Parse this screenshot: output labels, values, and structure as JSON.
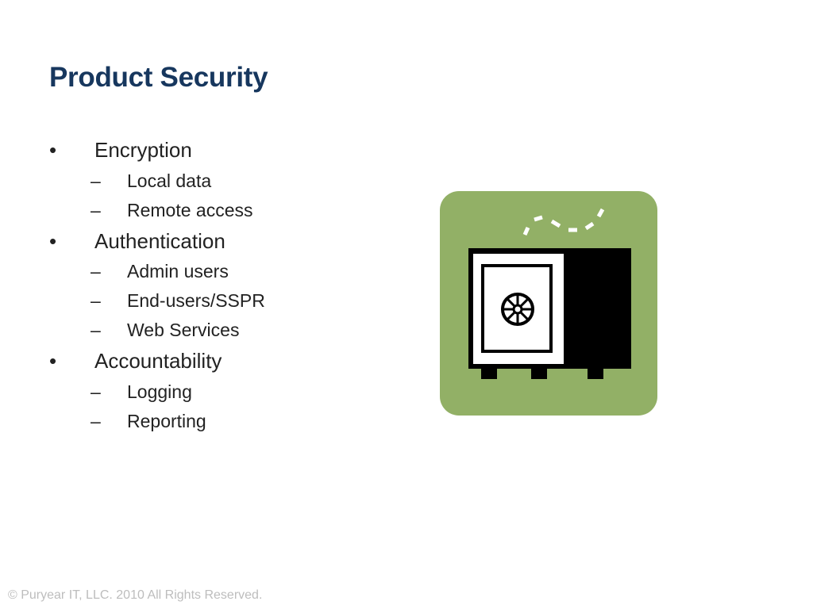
{
  "slide": {
    "title": "Product Security",
    "bullet_marker": "•",
    "sub_marker": "–",
    "items": [
      {
        "label": "Encryption",
        "children": [
          "Local data",
          "Remote access"
        ]
      },
      {
        "label": "Authentication",
        "children": [
          "Admin users",
          "End-users/SSPR",
          "Web Services"
        ]
      },
      {
        "label": "Accountability",
        "children": [
          "Logging",
          "Reporting"
        ]
      }
    ],
    "illustration": {
      "icon": "safe-icon",
      "background_color": "#92b066",
      "foreground_color": "#000000"
    },
    "footer": "© Puryear IT, LLC. 2010 All Rights Reserved."
  },
  "colors": {
    "title": "#17375e",
    "body_text": "#222222",
    "footer_text": "#bdbdbd"
  }
}
